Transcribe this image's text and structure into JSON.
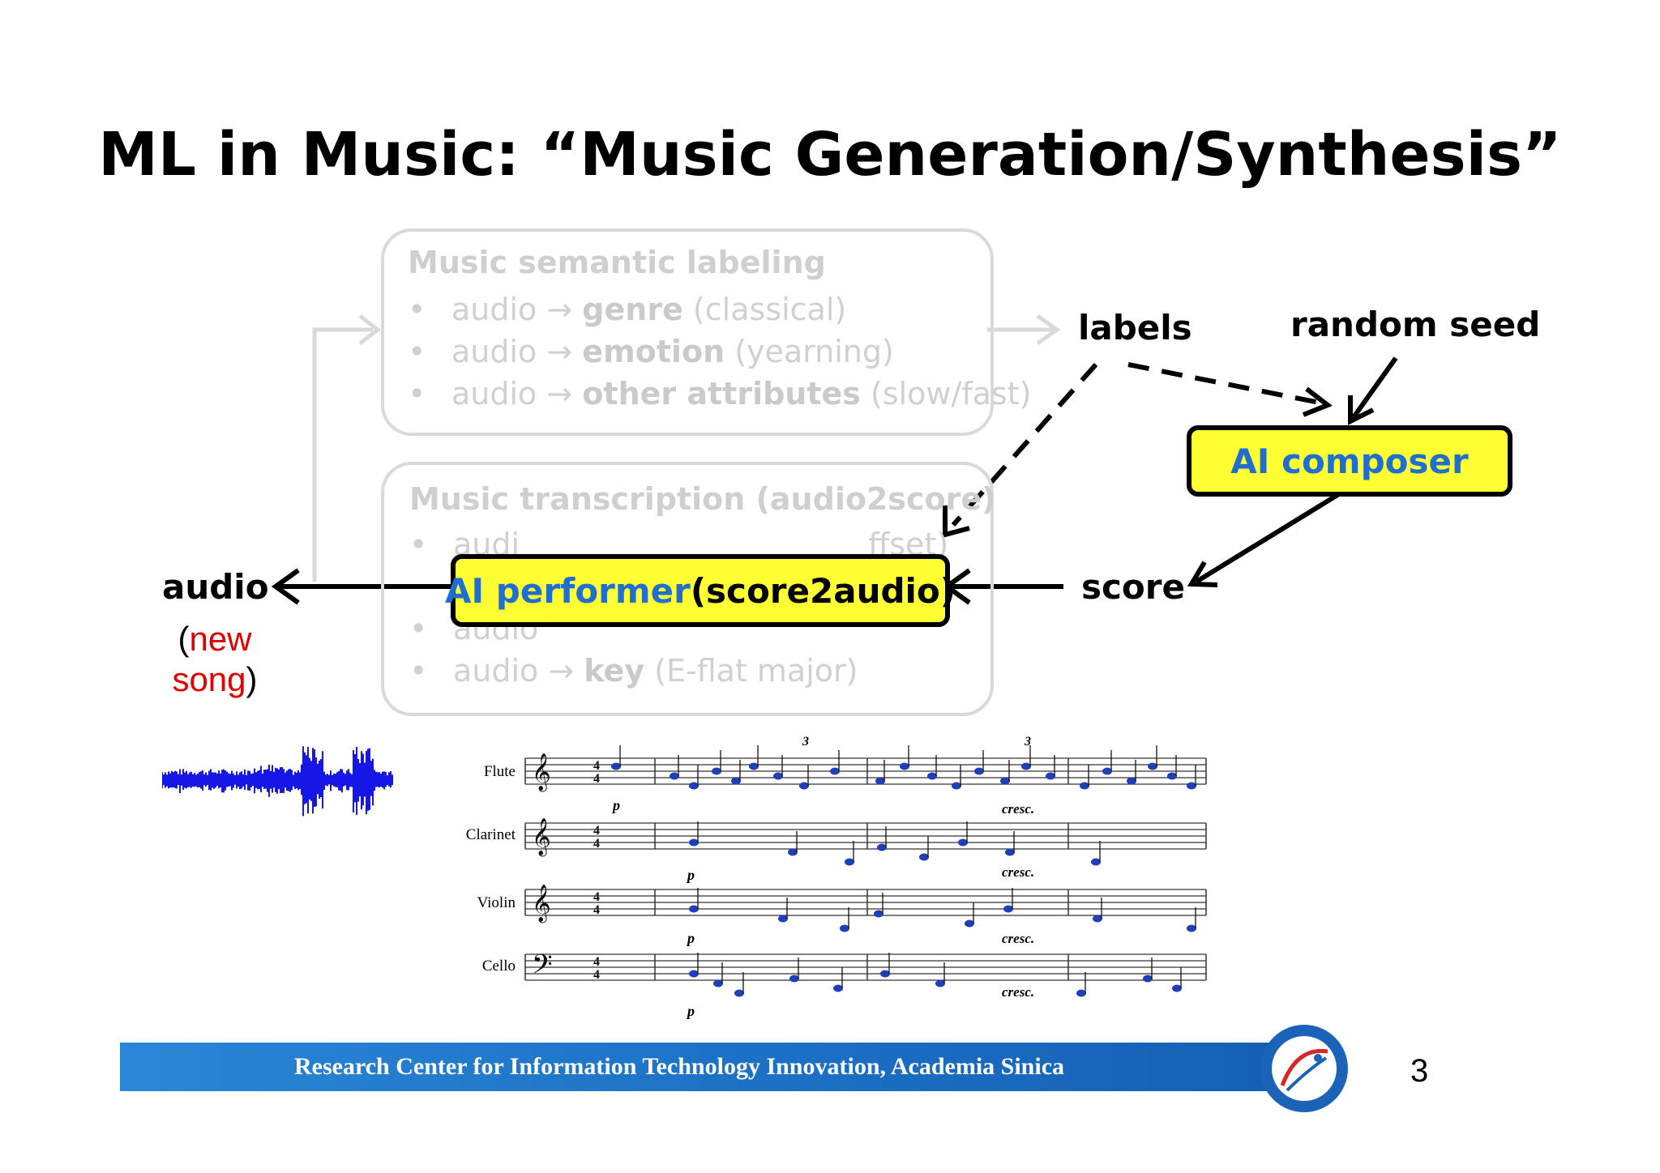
{
  "title": "ML in Music: “Music Generation/Synthesis”",
  "semantic_box": {
    "heading": "Music semantic labeling",
    "items": [
      {
        "prefix": "audio → ",
        "term": "genre",
        "suffix": " (classical)"
      },
      {
        "prefix": "audio → ",
        "term": "emotion",
        "suffix": " (yearning)"
      },
      {
        "prefix": "audio → ",
        "term": "other attributes",
        "suffix": " (slow/fast)"
      }
    ]
  },
  "transcription_box": {
    "heading": "Music transcription (audio2score)",
    "items": [
      {
        "prefix": "audi",
        "term": "",
        "suffix": "ffset)"
      },
      {
        "prefix": "",
        "term": "",
        "suffix": ""
      },
      {
        "prefix": "audio",
        "term": "",
        "suffix": ""
      },
      {
        "prefix": "audio → ",
        "term": "key",
        "suffix": " (E-flat major)"
      }
    ]
  },
  "nodes": {
    "labels": "labels",
    "random_seed": "random seed",
    "ai_composer": "AI composer",
    "score": "score",
    "audio": "audio",
    "new_song_open": "(",
    "new_song_word1": "new",
    "new_song_word2": "song",
    "new_song_close": ")",
    "ai_performer_part1": "AI performer",
    "ai_performer_part2": " (score2audio)"
  },
  "score_figure": {
    "instruments": [
      "Flute",
      "Clarinet",
      "Violin",
      "Cello"
    ],
    "dynamics": "p",
    "cresc": "cresc.",
    "tuplet": "3"
  },
  "footer": {
    "text": "Research Center for Information Technology Innovation, Academia Sinica",
    "page_number": "3"
  },
  "colors": {
    "highlight_box": "#ffff33",
    "blue_text": "#1f6fd1",
    "red_text": "#e00000",
    "footer_blue": "#1b6fc4",
    "ghost_gray": "#d0d0d0"
  }
}
